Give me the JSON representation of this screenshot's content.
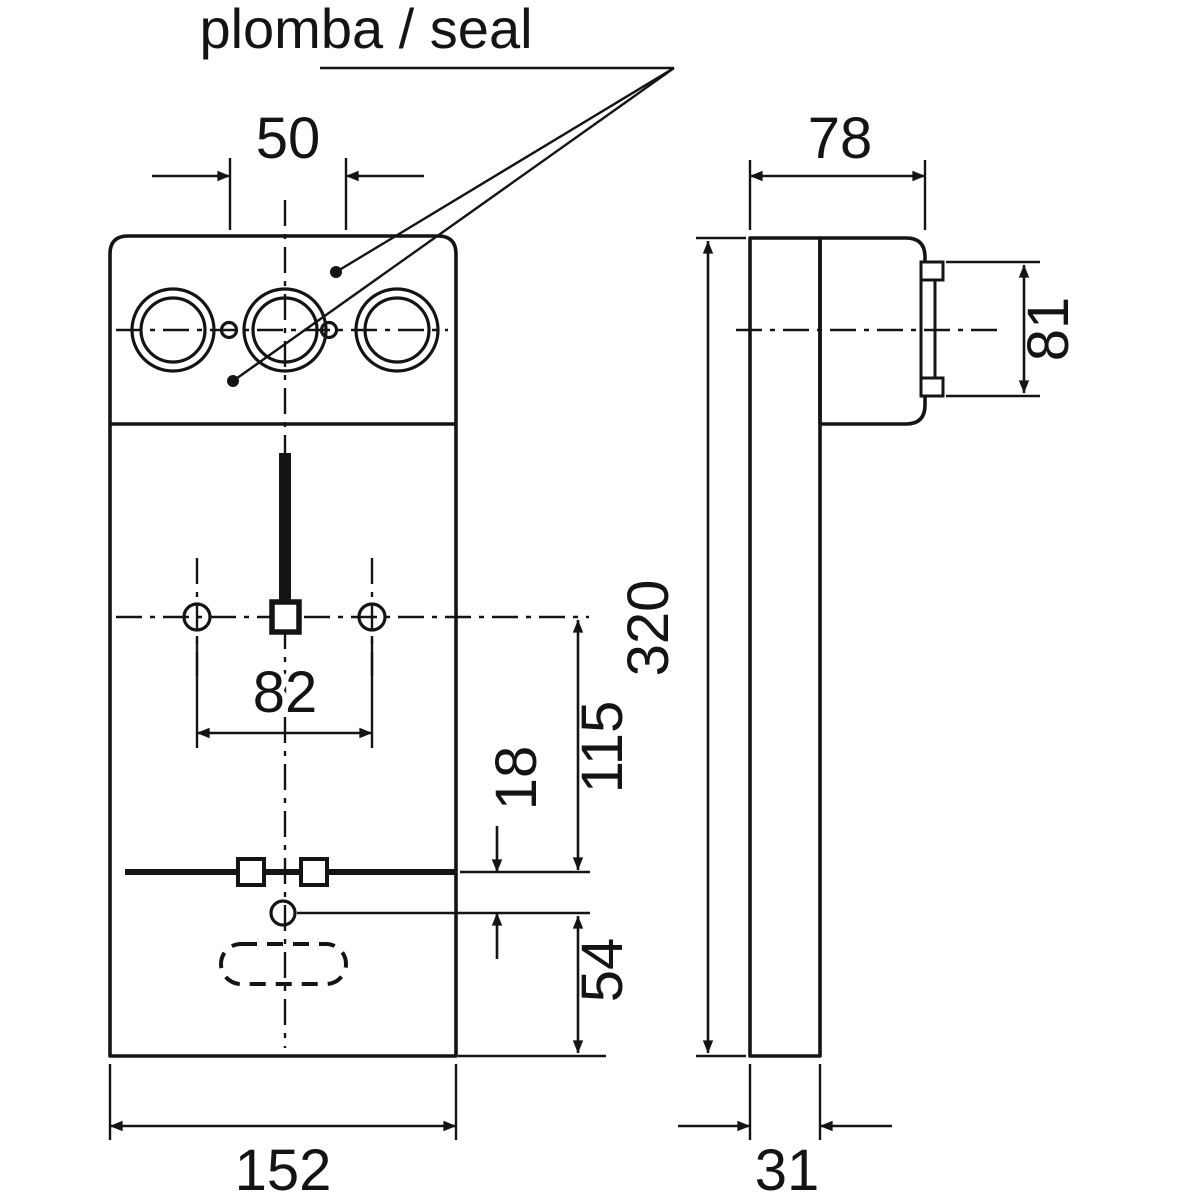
{
  "drawing": {
    "seal_label": "plomba / seal",
    "front": {
      "terminal_pitch_mm": "50",
      "hole_spacing_mm": "82",
      "bar_to_screw_mm": "18",
      "holes_to_bar_mm": "115",
      "screw_to_bottom_mm": "54",
      "width_mm": "152"
    },
    "side": {
      "depth_mm": "78",
      "connector_mm": "81",
      "height_mm": "320",
      "plate_mm": "31"
    }
  }
}
